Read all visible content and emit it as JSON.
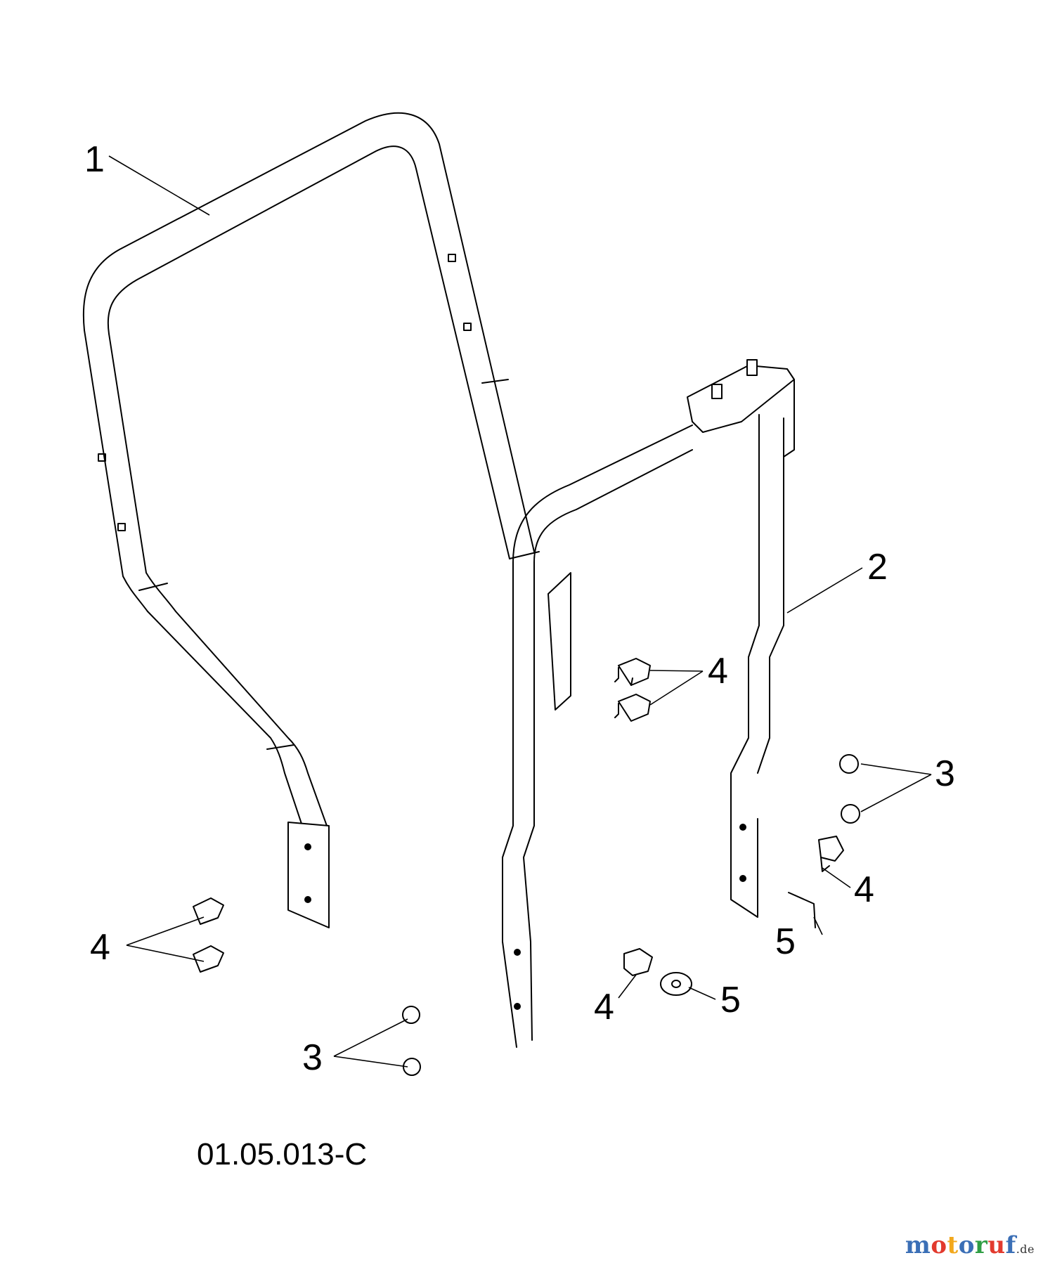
{
  "diagram": {
    "callouts": [
      {
        "id": "c1",
        "text": "1"
      },
      {
        "id": "c2",
        "text": "2"
      },
      {
        "id": "c3a",
        "text": "3"
      },
      {
        "id": "c3b",
        "text": "3"
      },
      {
        "id": "c4a",
        "text": "4"
      },
      {
        "id": "c4b",
        "text": "4"
      },
      {
        "id": "c4c",
        "text": "4"
      },
      {
        "id": "c4d",
        "text": "4"
      },
      {
        "id": "c5a",
        "text": "5"
      },
      {
        "id": "c5b",
        "text": "5"
      }
    ],
    "drawing_number": "01.05.013-C"
  },
  "watermark": {
    "text": "motoruf",
    "suffix": ".de",
    "colors": [
      "#3b6fb6",
      "#e23a2e",
      "#f2a81d",
      "#3b6fb6",
      "#2f9e44",
      "#e23a2e",
      "#3b6fb6"
    ]
  }
}
